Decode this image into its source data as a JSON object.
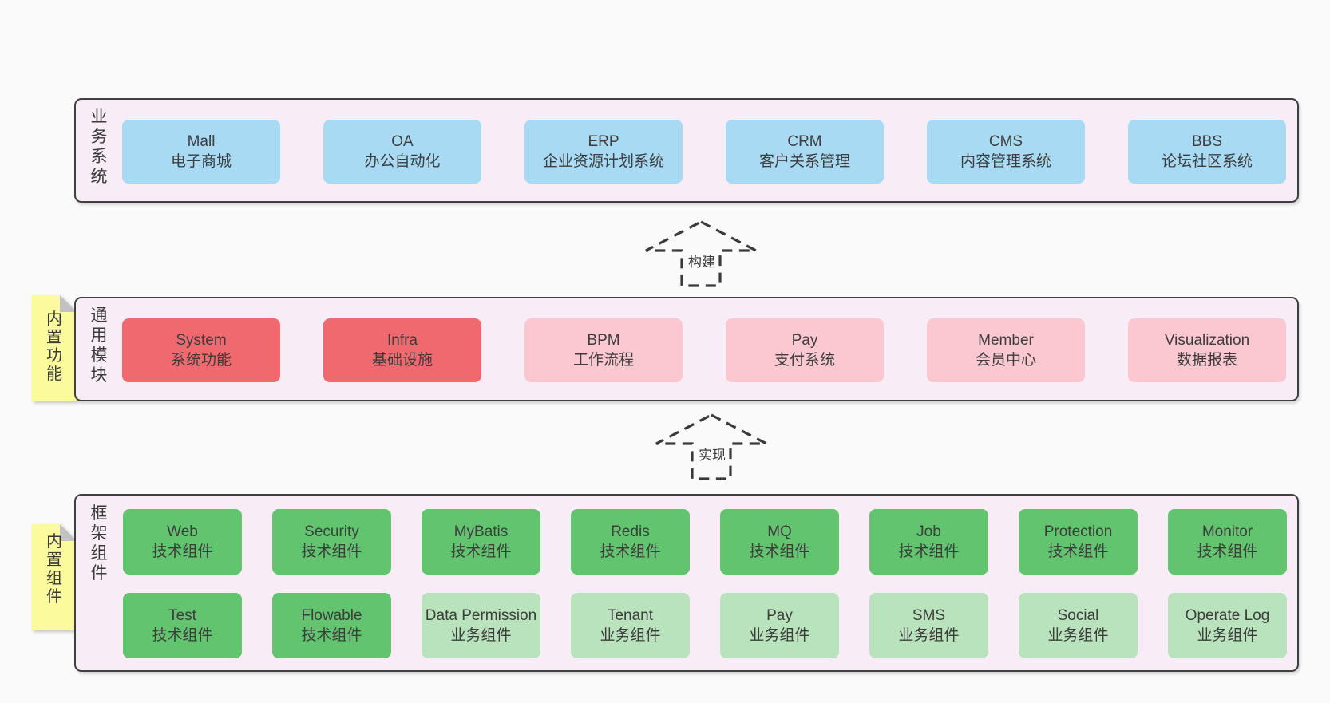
{
  "colors": {
    "page_bg": "#fafafa",
    "layer_bg": "#f8edf6",
    "layer_border": "#3f3f3f",
    "text": "#3d3d3d",
    "blue": "#a8daf3",
    "red": "#f0696e",
    "pink": "#fbc8d2",
    "green": "#62c46e",
    "light_green": "#b9e3bd",
    "sticky": "#fbfa9c",
    "sticky_fold": "#c2c2c2"
  },
  "layers": {
    "business": {
      "label": "业务系统",
      "boxes": [
        {
          "title": "Mall",
          "subtitle": "电子商城",
          "type": "blue"
        },
        {
          "title": "OA",
          "subtitle": "办公自动化",
          "type": "blue"
        },
        {
          "title": "ERP",
          "subtitle": "企业资源计划系统",
          "type": "blue"
        },
        {
          "title": "CRM",
          "subtitle": "客户关系管理",
          "type": "blue"
        },
        {
          "title": "CMS",
          "subtitle": "内容管理系统",
          "type": "blue"
        },
        {
          "title": "BBS",
          "subtitle": "论坛社区系统",
          "type": "blue"
        }
      ]
    },
    "modules": {
      "label": "通用模块",
      "note": "内置功能",
      "boxes": [
        {
          "title": "System",
          "subtitle": "系统功能",
          "type": "red"
        },
        {
          "title": "Infra",
          "subtitle": "基础设施",
          "type": "red"
        },
        {
          "title": "BPM",
          "subtitle": "工作流程",
          "type": "pink"
        },
        {
          "title": "Pay",
          "subtitle": "支付系统",
          "type": "pink"
        },
        {
          "title": "Member",
          "subtitle": "会员中心",
          "type": "pink"
        },
        {
          "title": "Visualization",
          "subtitle": "数据报表",
          "type": "pink"
        }
      ]
    },
    "components": {
      "label": "框架组件",
      "note": "内置组件",
      "rows": {
        "row1": [
          {
            "title": "Web",
            "subtitle": "技术组件",
            "type": "green"
          },
          {
            "title": "Security",
            "subtitle": "技术组件",
            "type": "green"
          },
          {
            "title": "MyBatis",
            "subtitle": "技术组件",
            "type": "green"
          },
          {
            "title": "Redis",
            "subtitle": "技术组件",
            "type": "green"
          },
          {
            "title": "MQ",
            "subtitle": "技术组件",
            "type": "green"
          },
          {
            "title": "Job",
            "subtitle": "技术组件",
            "type": "green"
          },
          {
            "title": "Protection",
            "subtitle": "技术组件",
            "type": "green"
          },
          {
            "title": "Monitor",
            "subtitle": "技术组件",
            "type": "green"
          }
        ],
        "row2": [
          {
            "title": "Test",
            "subtitle": "技术组件",
            "type": "green"
          },
          {
            "title": "Flowable",
            "subtitle": "技术组件",
            "type": "green"
          },
          {
            "title": "Data Permission",
            "subtitle": "业务组件",
            "type": "light_green"
          },
          {
            "title": "Tenant",
            "subtitle": "业务组件",
            "type": "light_green"
          },
          {
            "title": "Pay",
            "subtitle": "业务组件",
            "type": "light_green"
          },
          {
            "title": "SMS",
            "subtitle": "业务组件",
            "type": "light_green"
          },
          {
            "title": "Social",
            "subtitle": "业务组件",
            "type": "light_green"
          },
          {
            "title": "Operate Log",
            "subtitle": "业务组件",
            "type": "light_green"
          }
        ]
      }
    }
  },
  "arrows": {
    "build": {
      "label": "构建"
    },
    "implement": {
      "label": "实现"
    }
  }
}
